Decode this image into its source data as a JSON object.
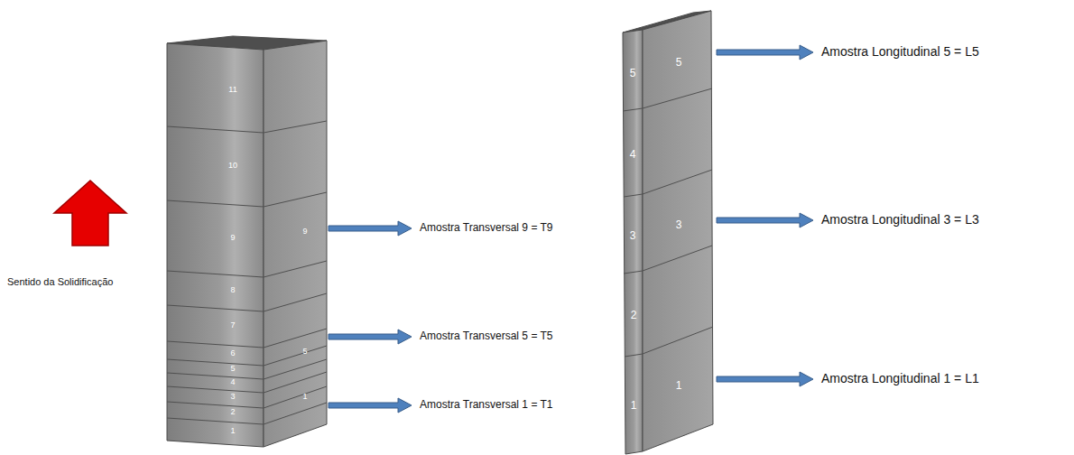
{
  "diagram": {
    "labels": [
      "11",
      "10",
      "9",
      "8",
      "7",
      "6",
      "5",
      "4",
      "3",
      "2",
      "1",
      "9",
      "5",
      "1",
      "Sentido da Solidificação",
      "Amostra Transversal 9 = T9",
      "Amostra Transversal 5 = T5",
      "Amostra Transversal 1 = T1",
      "5",
      "4",
      "3",
      "2",
      "1",
      "5",
      "3",
      "1",
      "Amostra Longitudinal 5 = L5",
      "Amostra Longitudinal 3 = L3",
      "Amostra Longitudinal 1 = L1"
    ]
  }
}
